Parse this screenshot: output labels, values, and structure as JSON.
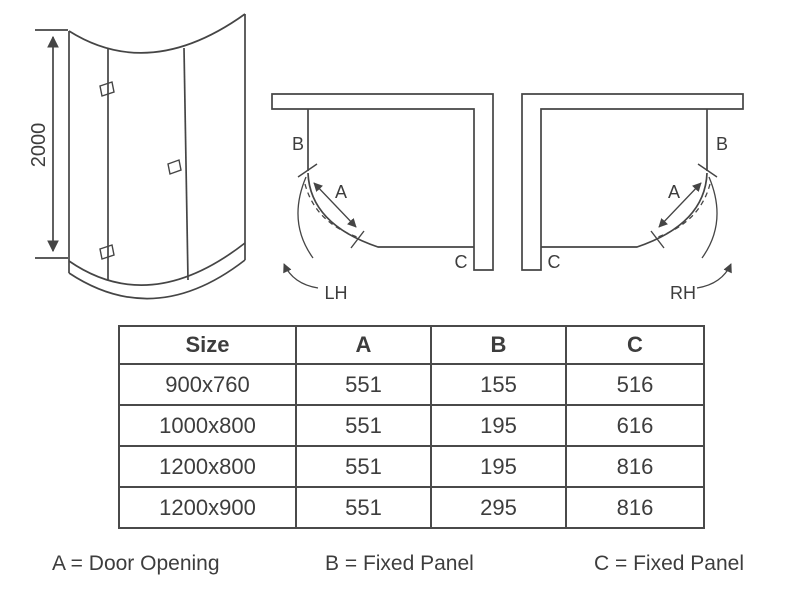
{
  "front_view": {
    "height_label": "2000"
  },
  "plans": {
    "lh": {
      "label_b": "B",
      "label_a": "A",
      "label_c": "C",
      "hand": "LH"
    },
    "rh": {
      "label_b": "B",
      "label_a": "A",
      "label_c": "C",
      "hand": "RH"
    }
  },
  "table": {
    "headers": [
      "Size",
      "A",
      "B",
      "C"
    ],
    "rows": [
      [
        "900x760",
        "551",
        "155",
        "516"
      ],
      [
        "1000x800",
        "551",
        "195",
        "616"
      ],
      [
        "1200x800",
        "551",
        "195",
        "816"
      ],
      [
        "1200x900",
        "551",
        "295",
        "816"
      ]
    ]
  },
  "legend": {
    "a": "A = Door Opening",
    "b": "B = Fixed Panel",
    "c": "C = Fixed Panel"
  },
  "colors": {
    "ink": "#3d3d3d",
    "line": "#4a4a4a",
    "background": "#ffffff"
  }
}
